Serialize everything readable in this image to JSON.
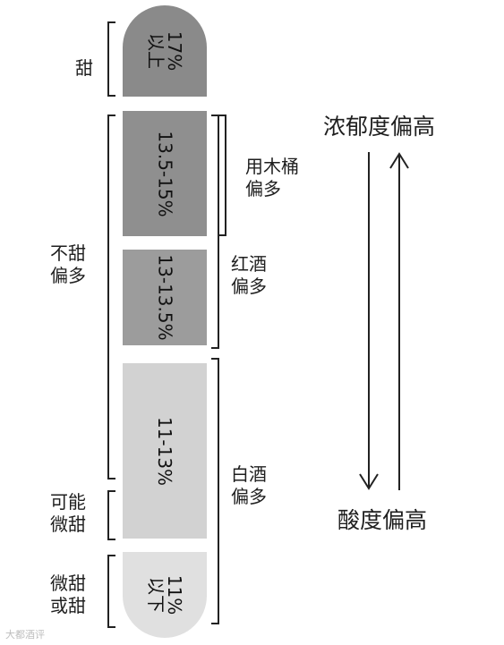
{
  "segments": [
    {
      "lines": [
        "17%",
        "以上"
      ]
    },
    {
      "lines": [
        "13.5-15%"
      ]
    },
    {
      "lines": [
        "13-13.5%"
      ]
    },
    {
      "lines": [
        "11-13%"
      ]
    },
    {
      "lines": [
        "11%",
        "以下"
      ]
    }
  ],
  "left_labels": {
    "sweet": [
      "甜"
    ],
    "not_sweet": [
      "不甜",
      "偏多"
    ],
    "maybe_slightly_sweet": [
      "可能",
      "微甜"
    ],
    "slightly_or_sweet": [
      "微甜",
      "或甜"
    ]
  },
  "right_labels": {
    "oak_barrel": [
      "用木桶",
      "偏多"
    ],
    "red_wine": [
      "红酒",
      "偏多"
    ],
    "white_wine": [
      "白酒",
      "偏多"
    ]
  },
  "arrows": {
    "top_label": "浓郁度偏高",
    "bottom_label": "酸度偏高"
  },
  "watermark": "大都酒评"
}
